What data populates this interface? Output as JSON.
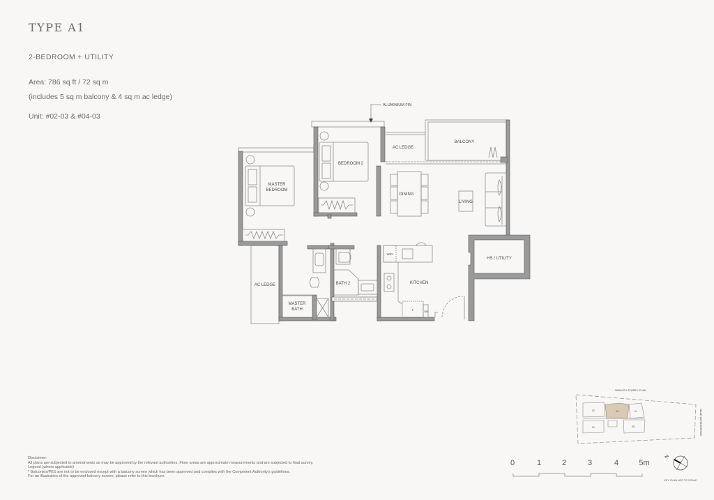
{
  "header": {
    "title": "TYPE  A1",
    "subtitle": "2-BEDROOM + UTILITY",
    "area": "Area: 786 sq ft / 72 sq m",
    "area_note": "(includes 5 sq m balcony & 4 sq m ac ledge)",
    "units": "Unit: #02-03 & #04-03"
  },
  "plan": {
    "labels": {
      "aluminium_fin": "ALUMINIUM FIN",
      "ac_ledge_top": "AC LEDGE",
      "balcony": "BALCONY",
      "bedroom2": "BEDROOM 2",
      "master_bedroom_1": "MASTER",
      "master_bedroom_2": "BEDROOM",
      "dining": "DINING",
      "living": "LIVING",
      "hs_utility": "HS / UTILITY",
      "kitchen": "KITCHEN",
      "wd": "W/D",
      "fridge": "F",
      "db": "DB",
      "bath2": "BATH 2",
      "master_bath_1": "MASTER",
      "master_bath_2": "BATH",
      "ac_ledge_side": "AC LEDGE"
    },
    "colors": {
      "wall": "#9a9a9a",
      "wall_stroke": "#555555",
      "line": "#8a8a8a",
      "highlight": "#d9c9b5"
    }
  },
  "keyplan": {
    "title": "2ND&4TH STOREY PLAN",
    "road": "JALAN LOYANG BESAR",
    "units": [
      "02",
      "03",
      "04",
      "01",
      "05"
    ],
    "highlighted_unit": "03",
    "note": "KEY PLAN NOT TO SCALE"
  },
  "scale": {
    "ticks": [
      "0",
      "1",
      "2",
      "3",
      "4",
      "5m"
    ]
  },
  "compass": {
    "north_label": "N"
  },
  "disclaimer": {
    "heading": "Disclaimer:",
    "line1": "All plans are subjected to amendments as may be approved by the relevant authorities. Floor areas are approximate measurements and are subjected to final survey.",
    "line2": "Legend (where applicable)",
    "line3": "* Balconies/PES are not to be enclosed except with a balcony screen which has been approved and complies with the Competent Authority's guidelines.",
    "line4": "For an illustration of the approved balcony screen, please refer to this brochure."
  }
}
